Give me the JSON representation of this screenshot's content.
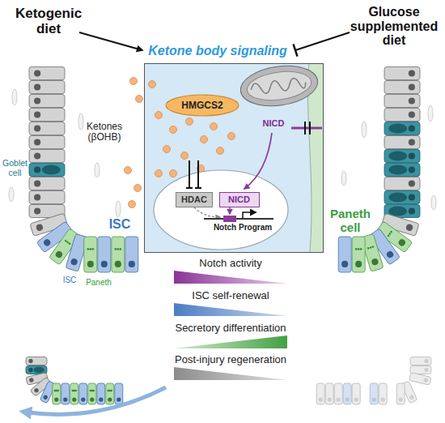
{
  "diagram": {
    "nodes": [
      {
        "text": [
          "Ketone body signaling"
        ]
      },
      {
        "text": [
          "HMGCS2"
        ],
        "in": 0
      },
      {
        "text": [
          "Notch Program"
        ],
        "in": 0
      },
      {
        "text": [
          "HDAC"
        ],
        "in": 2
      },
      {
        "text": [
          "NICD"
        ],
        "in": 2
      }
    ],
    "labels": [
      "Ketogenic diet",
      "Glucose supplemented diet",
      "Ketones (βOHB)",
      "NICD",
      "Goblet cell",
      "ISC",
      "ISC",
      "Paneth",
      "Paneth cell",
      "Notch activity",
      "ISC self-renewal",
      "Secretory differentiation",
      "Post-injury regeneration"
    ]
  }
}
